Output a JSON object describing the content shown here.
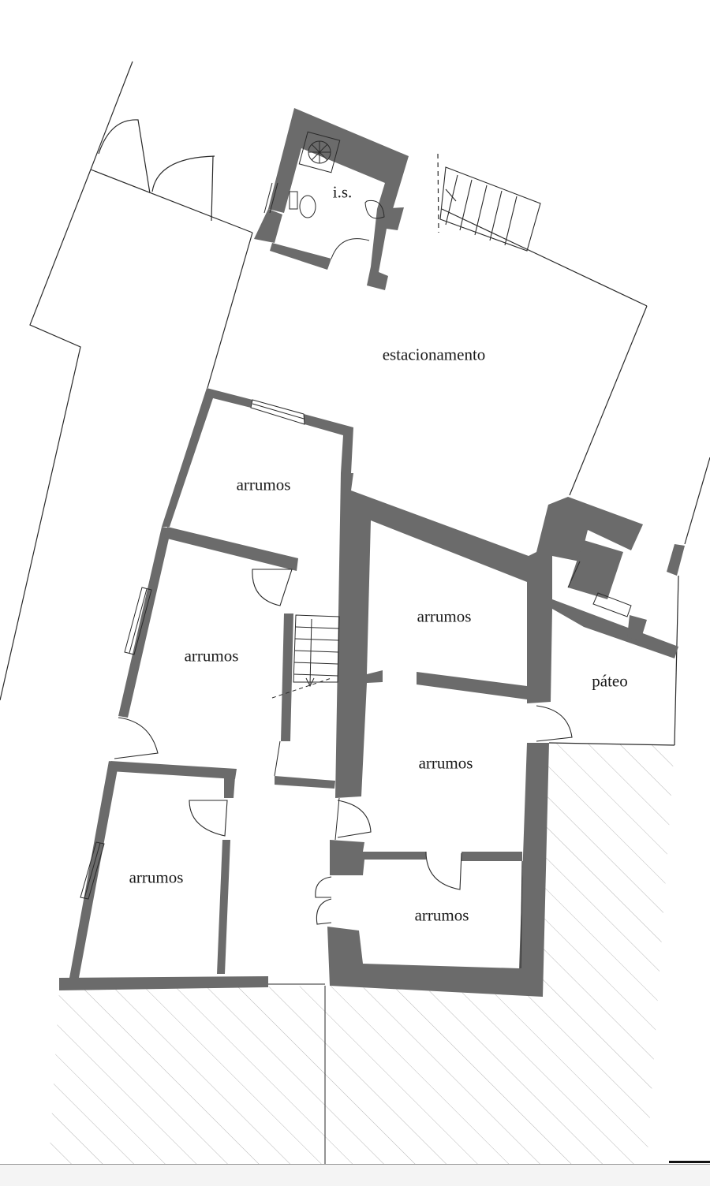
{
  "plan": {
    "rooms": [
      {
        "id": "wc",
        "label": "i.s."
      },
      {
        "id": "parking",
        "label": "estacionamento"
      },
      {
        "id": "storage-top-left",
        "label": "arrumos"
      },
      {
        "id": "storage-mid-left",
        "label": "arrumos"
      },
      {
        "id": "storage-bottom-left",
        "label": "arrumos"
      },
      {
        "id": "storage-top-right",
        "label": "arrumos"
      },
      {
        "id": "storage-mid-right",
        "label": "arrumos"
      },
      {
        "id": "storage-bottom-right",
        "label": "arrumos"
      },
      {
        "id": "patio",
        "label": "páteo"
      }
    ],
    "colors": {
      "wall": "#6b6b6b",
      "line": "#2a2a2a",
      "hatch": "#b8b8b8",
      "background": "#ffffff"
    }
  }
}
